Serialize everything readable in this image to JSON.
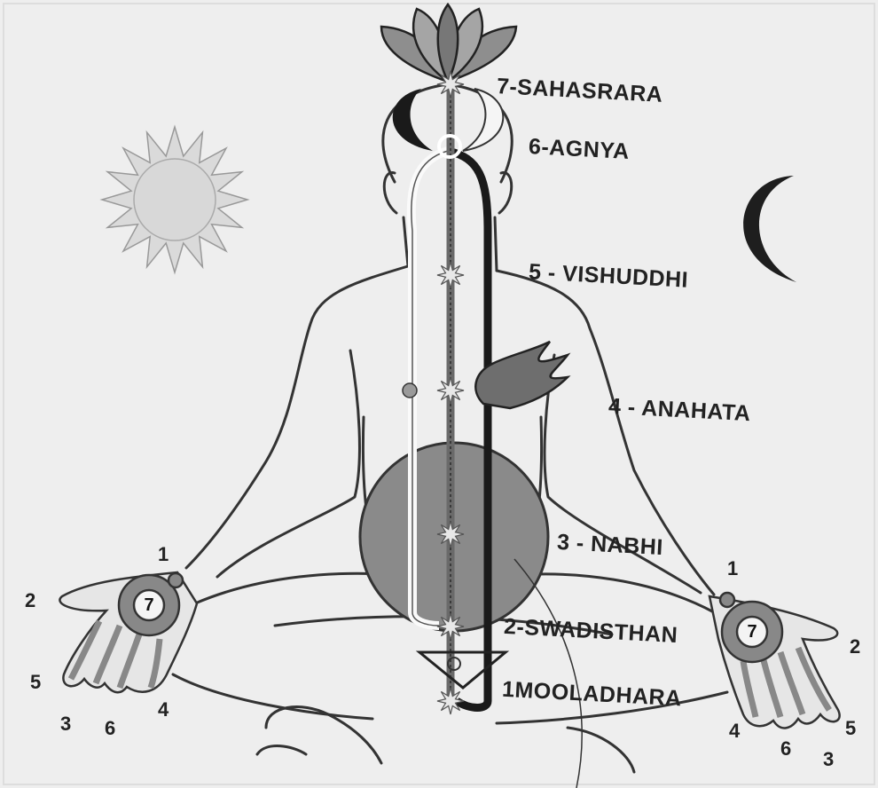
{
  "chakras": {
    "sahasrara": "7-SAHASRARA",
    "agnya": "6-AGNYA",
    "vishuddhi": "5 - VISHUDDHI",
    "anahata": "4 - ANAHATA",
    "nabhi": "3 - NABHI",
    "swadisthan": "2-SWADISTHAN",
    "mooladhara": "1MOOLADHARA"
  },
  "left_hand": {
    "palm": "7",
    "f1": "1",
    "f2": "2",
    "f3": "3",
    "f4": "4",
    "f5": "5",
    "f6": "6"
  },
  "right_hand": {
    "palm": "7",
    "f1": "1",
    "f2": "2",
    "f3": "3",
    "f4": "4",
    "f5": "5",
    "f6": "6"
  },
  "colors": {
    "background": "#eeeeee",
    "outline": "#333333",
    "right_channel": "#1a1a1a",
    "left_channel": "#fafafa",
    "central_channel": "#6a6a6a",
    "void_circle": "#8a8a8a",
    "sun": "#d8d8d8"
  },
  "icons": [
    "sun-icon",
    "moon-icon",
    "lotus-icon",
    "flame-icon"
  ]
}
